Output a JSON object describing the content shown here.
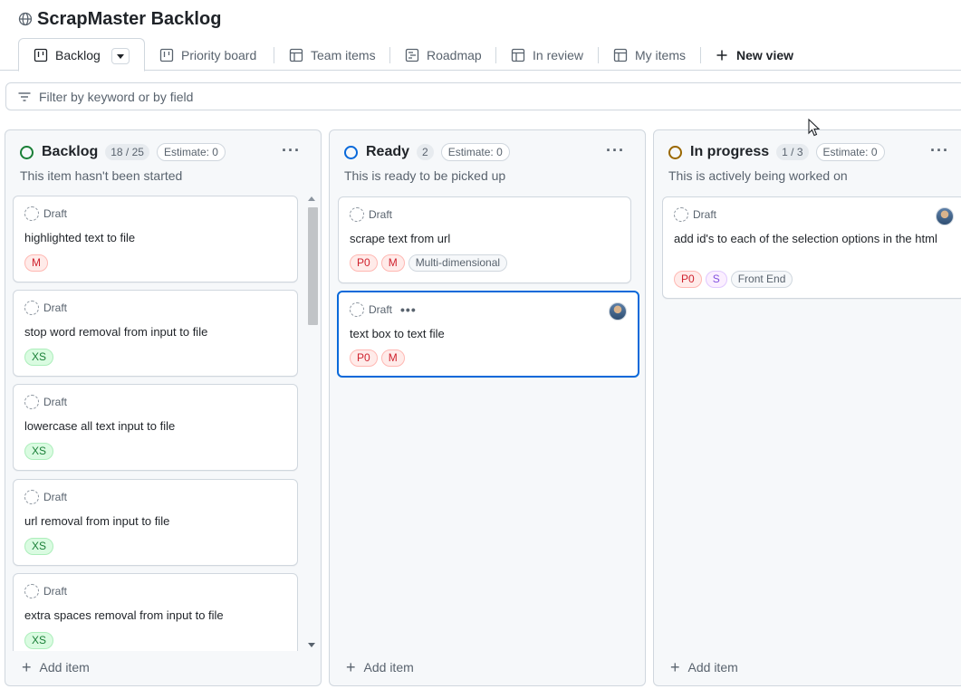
{
  "header": {
    "title": "ScrapMaster Backlog",
    "icon": "globe-icon"
  },
  "tabs": [
    {
      "label": "Backlog",
      "icon": "board-icon",
      "active": true
    },
    {
      "label": "Priority board",
      "icon": "board-icon"
    },
    {
      "label": "Team items",
      "icon": "table-icon"
    },
    {
      "label": "Roadmap",
      "icon": "roadmap-icon"
    },
    {
      "label": "In review",
      "icon": "table-icon"
    },
    {
      "label": "My items",
      "icon": "table-icon"
    }
  ],
  "new_view_label": "New view",
  "filter": {
    "placeholder": "Filter by keyword or by field"
  },
  "columns": [
    {
      "name": "Backlog",
      "count": "18 / 25",
      "estimate": "Estimate: 0",
      "description": "This item hasn't been started",
      "status_color": "#1a7f37",
      "add_label": "Add item",
      "cards": [
        {
          "draft": "Draft",
          "title": "highlighted text to file",
          "labels": [
            "M"
          ]
        },
        {
          "draft": "Draft",
          "title": "stop word removal from input to file",
          "labels": [
            "XS"
          ]
        },
        {
          "draft": "Draft",
          "title": "lowercase all text input to file",
          "labels": [
            "XS"
          ]
        },
        {
          "draft": "Draft",
          "title": "url removal from input to file",
          "labels": [
            "XS"
          ]
        },
        {
          "draft": "Draft",
          "title": "extra spaces removal from input to file",
          "labels": [
            "XS"
          ]
        }
      ]
    },
    {
      "name": "Ready",
      "count": "2",
      "estimate": "Estimate: 0",
      "description": "This is ready to be picked up",
      "status_color": "#0969da",
      "add_label": "Add item",
      "cards": [
        {
          "draft": "Draft",
          "title": "scrape text from url",
          "labels": [
            "P0",
            "M",
            "Multi-dimensional"
          ]
        },
        {
          "draft": "Draft",
          "title": "text box to text file",
          "labels": [
            "P0",
            "M"
          ],
          "selected": true,
          "menu": "•••"
        }
      ]
    },
    {
      "name": "In progress",
      "count": "1 / 3",
      "estimate": "Estimate: 0",
      "description": "This is actively being worked on",
      "status_color": "#9a6700",
      "add_label": "Add item",
      "cards": [
        {
          "draft": "Draft",
          "title": "add id's to each of the selection options in the html",
          "labels": [
            "P0",
            "S",
            "Front End"
          ]
        }
      ]
    }
  ],
  "colors": {
    "accent": "#0969da",
    "label_red": "#cf222e",
    "label_green": "#1a7f37",
    "label_purple": "#8250df"
  }
}
